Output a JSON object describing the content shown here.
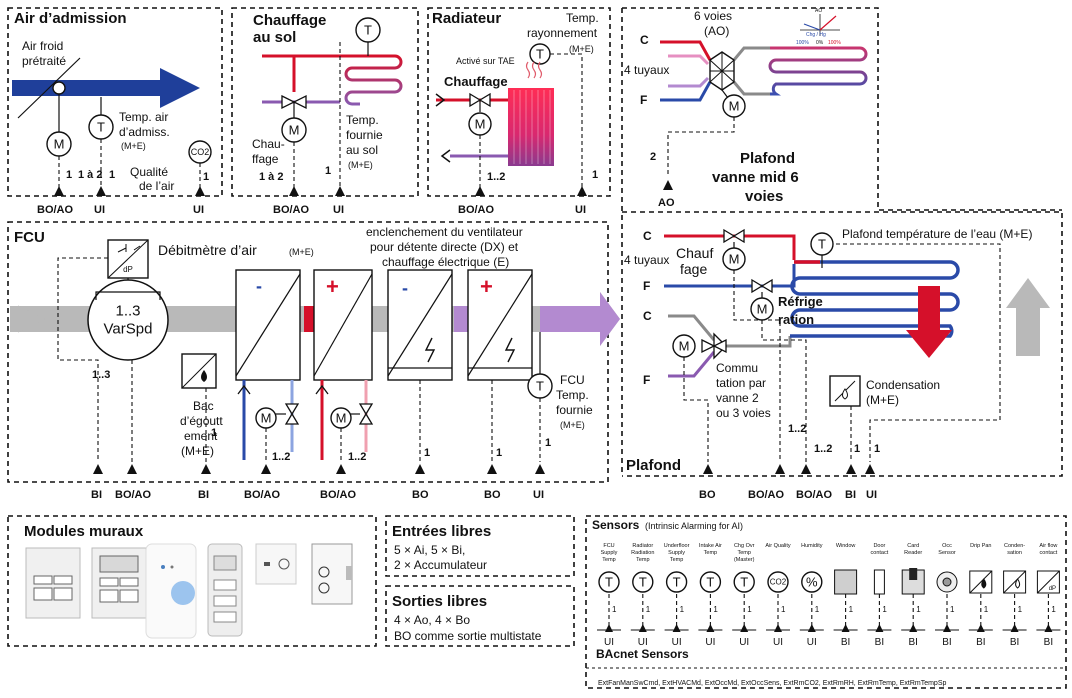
{
  "air_intake": {
    "title": "Air d’admission",
    "label_line1": "Air froid",
    "label_line2": "prétraité",
    "temp_line1": "Temp. air",
    "temp_line2": "d’admiss.",
    "temp_line3": "(M+E)",
    "quality_line1": "Qualité",
    "quality_line2": "de l’air",
    "count_motor": "1",
    "count_temp": "1 à 2",
    "count_temp2": "1",
    "count_co2": "1",
    "io_motor": "BO/AO",
    "io_temp": "UI",
    "io_co2": "UI"
  },
  "floor_heating": {
    "title_line1": "Chauffage",
    "title_line2": "au sol",
    "heat_line1": "Chau-",
    "heat_line2": "ffage",
    "supply_line1": "Temp.",
    "supply_line2": "fournie",
    "supply_line3": "au sol",
    "supply_line4": "(M+E)",
    "count_valve": "1 à 2",
    "count_temp": "1",
    "io_valve": "BO/AO",
    "io_temp": "UI"
  },
  "radiator": {
    "title": "Radiateur",
    "rad_temp_line1": "Temp.",
    "rad_temp_line2": "rayonnement",
    "rad_temp_line3": "(M+E)",
    "tae": "Activé sur TAE",
    "heating": "Chauffage",
    "count_valve": "1..2",
    "count_temp": "1",
    "io_valve": "BO/AO",
    "io_temp": "UI"
  },
  "ceiling_6way": {
    "title_line1": "6 voies",
    "title_line2": "(AO)",
    "pipes": "4 tuyaux",
    "c": "C",
    "f": "F",
    "ao_label": "AO",
    "chart_ao": "AO",
    "chart_left": "100%",
    "chart_mid": "0%",
    "chart_right": "100%",
    "chart_title": "Chg / Hg",
    "count": "2",
    "name_line1": "Plafond",
    "name_line2": "vanne mid 6",
    "name_line3": "voies"
  },
  "ceiling": {
    "title": "Plafond",
    "water_temp": "Plafond température de l’eau (M+E)",
    "pipes": "4 tuyaux",
    "heat_line1": "Chauf",
    "heat_line2": "fage",
    "cool_line1": "Réfrige",
    "cool_line2": "ration",
    "commut_line1": "Commu",
    "commut_line2": "tation par",
    "commut_line3": "vanne 2",
    "commut_line4": "ou 3 voies",
    "cond_line1": "Condensation",
    "cond_line2": "(M+E)",
    "c": "C",
    "f": "F",
    "count_a": "1..2",
    "count_b": "1..2",
    "count_c": "1",
    "count_d": "1",
    "io": [
      "BO",
      "BO/AO",
      "BO/AO",
      "BI",
      "UI"
    ]
  },
  "fcu": {
    "title": "FCU",
    "airflow": "Débitmètre d’air",
    "airflow_me": "(M+E)",
    "fan_line1": "1..3",
    "fan_line2": "VarSpd",
    "fan_count": "1..3",
    "drip_line1": "Bac",
    "drip_line2": "d’égoutt",
    "drip_line3": "ement",
    "drip_line4": "(M+E)",
    "drip_count": "1",
    "dx_line1": "enclenchement du ventilateur",
    "dx_line2": "pour détente directe (DX) et",
    "dx_line3": "chauffage électrique (E)",
    "supply_line1": "FCU",
    "supply_line2": "Temp.",
    "supply_line3": "fournie",
    "supply_line4": "(M+E)",
    "supply_count": "1",
    "dx_count_a": "1",
    "dx_count_b": "1",
    "cool_count": "1..2",
    "heat_count": "1..2",
    "coil_minus": "-",
    "coil_plus": "+",
    "io": [
      "BI",
      "BO/AO",
      "BI",
      "BO/AO",
      "BO/AO",
      "BO",
      "BO",
      "UI"
    ]
  },
  "wall_modules": {
    "title": "Modules muraux"
  },
  "free_inputs": {
    "title": "Entrées libres",
    "line1": "5 × Ai, 5 × Bi,",
    "line2": "2 × Accumulateur"
  },
  "free_outputs": {
    "title": "Sorties libres",
    "line1": "4 × Ao, 4 × Bo",
    "line2": "BO comme sortie multistate"
  },
  "sensors": {
    "title": "Sensors",
    "subtitle": "(Intrinsic Alarming for AI)",
    "items": [
      {
        "l1": "FCU",
        "l2": "Supply",
        "l3": "Temp",
        "sym": "T",
        "count": "1",
        "io": "UI"
      },
      {
        "l1": "Radiator",
        "l2": "Radiation",
        "l3": "Temp",
        "sym": "T",
        "count": "1",
        "io": "UI"
      },
      {
        "l1": "Underfloor",
        "l2": "Supply",
        "l3": "Temp",
        "sym": "T",
        "count": "1",
        "io": "UI"
      },
      {
        "l1": "Intake Air",
        "l2": "Temp",
        "l3": "",
        "sym": "T",
        "count": "1",
        "io": "UI"
      },
      {
        "l1": "Chg Ovr",
        "l2": "Temp",
        "l3": "(Master)",
        "sym": "T",
        "count": "1",
        "io": "UI"
      },
      {
        "l1": "Air Quality",
        "l2": "",
        "l3": "",
        "sym": "CO2",
        "count": "1",
        "io": "UI"
      },
      {
        "l1": "Humidity",
        "l2": "",
        "l3": "",
        "sym": "%",
        "count": "1",
        "io": "UI"
      },
      {
        "l1": "Window",
        "l2": "",
        "l3": "",
        "sym": "",
        "count": "1",
        "io": "BI"
      },
      {
        "l1": "Door",
        "l2": "contact",
        "l3": "",
        "sym": "",
        "count": "1",
        "io": "BI"
      },
      {
        "l1": "Card",
        "l2": "Reader",
        "l3": "",
        "sym": "",
        "count": "1",
        "io": "BI"
      },
      {
        "l1": "Occ",
        "l2": "Sensor",
        "l3": "",
        "sym": "",
        "count": "1",
        "io": "BI"
      },
      {
        "l1": "Drip Pan",
        "l2": "",
        "l3": "",
        "sym": "",
        "count": "1",
        "io": "BI"
      },
      {
        "l1": "Conden-",
        "l2": "sation",
        "l3": "",
        "sym": "",
        "count": "1",
        "io": "BI"
      },
      {
        "l1": "Air flow",
        "l2": "contact",
        "l3": "",
        "sym": "dP",
        "count": "1",
        "io": "BI"
      }
    ],
    "bacnet_title": "BAcnet Sensors",
    "bacnet_list": "ExtFanManSwCmd, ExtHVACMd, ExtOccMd, ExtOccSens, ExtRmCO2, ExtRmRH, ExtRmTemp, ExtRmTempSp"
  },
  "symbols": {
    "motor": "M",
    "temp": "T",
    "co2": "CO2",
    "dp": "dP"
  },
  "colors": {
    "hot": "#d5102a",
    "cold": "#2a4aa8",
    "mixed": "#8a5ab0",
    "duct": "#b9b9b9",
    "intake": "#1f3f9a",
    "outlet": "#b38ad0",
    "radiator": "#e0306a",
    "pink": "#e68fc1"
  }
}
